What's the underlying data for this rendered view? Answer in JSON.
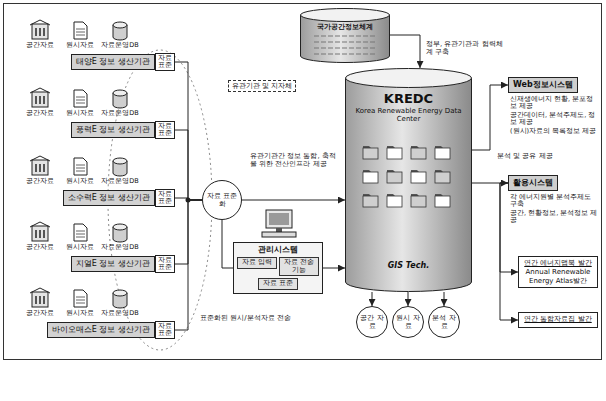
{
  "diagram": {
    "nodes": [
      {
        "text": [
          "태양E 정보 생산기관"
        ]
      },
      {
        "text": [
          "풍력E 정보 생산기관"
        ]
      },
      {
        "text": [
          "소수력E 정보 생산기관"
        ]
      },
      {
        "text": [
          "지열E 정보 생산기관"
        ]
      },
      {
        "text": [
          "바이오매스E 정보 생산기관"
        ]
      },
      {
        "text": [
          "자료 표준"
        ]
      },
      {
        "text": [
          "자료 표준"
        ]
      },
      {
        "text": [
          "자료 표준"
        ]
      },
      {
        "text": [
          "자료 표준"
        ]
      },
      {
        "text": [
          "자료 표준"
        ]
      },
      {
        "text": [
          "자료 표준화"
        ]
      },
      {
        "text": [
          "관리시스템"
        ]
      },
      {
        "text": [
          "자료 입력"
        ],
        "in": 11
      },
      {
        "text": [
          "자료 전송 기능"
        ],
        "in": 11
      },
      {
        "text": [
          "자료 표준"
        ],
        "in": 11
      },
      {
        "text": [
          "국가공간정보체계"
        ]
      },
      {
        "text": [
          "KREDC",
          "Korea Renewable Energy Data Center",
          "GIS Tech."
        ]
      },
      {
        "text": [
          "공간 자료"
        ]
      },
      {
        "text": [
          "원시 자료"
        ]
      },
      {
        "text": [
          "분석 자료"
        ]
      },
      {
        "text": [
          "Web정보시스템"
        ]
      },
      {
        "text": [
          "활용시스템"
        ]
      },
      {
        "text": [
          "연간 에너지맵북 발간",
          "Annual Renewable Energy Atlas발간"
        ]
      },
      {
        "text": [
          "연간 통합자료집 발간"
        ]
      }
    ],
    "edges": [
      {
        "from": 5,
        "to": 10,
        "arrow": "none"
      },
      {
        "from": 6,
        "to": 10,
        "arrow": "none"
      },
      {
        "from": 7,
        "to": 10,
        "arrow": "none"
      },
      {
        "from": 8,
        "to": 10,
        "arrow": "none"
      },
      {
        "from": 9,
        "to": 10,
        "arrow": "none"
      },
      {
        "from": 10,
        "to": 11,
        "arrow": "none"
      },
      {
        "from": 10,
        "to": 16,
        "arrow": "to"
      },
      {
        "from": 11,
        "to": 16,
        "arrow": "to"
      },
      {
        "from": 15,
        "to": 16,
        "arrow": "to"
      },
      {
        "from": 16,
        "to": 17,
        "arrow": "to"
      },
      {
        "from": 16,
        "to": 18,
        "arrow": "to"
      },
      {
        "from": 16,
        "to": 19,
        "arrow": "to"
      },
      {
        "from": 16,
        "to": 20,
        "arrow": "to"
      },
      {
        "from": 16,
        "to": 21,
        "arrow": "to"
      },
      {
        "from": 21,
        "to": 22,
        "arrow": "to"
      },
      {
        "from": 21,
        "to": 23,
        "arrow": "to"
      }
    ],
    "labels": [
      "공간자료",
      "원시자료",
      "자료운영DB",
      "공간자료",
      "원시자료",
      "자료운영DB",
      "공간자료",
      "원시자료",
      "자료운영DB",
      "공간자료",
      "원시자료",
      "자료운영DB",
      "공간자료",
      "원시자료",
      "자료운영DB",
      "유관기관 및 지자체",
      "유관기관간 정보 통합, 축적을 위한 전산인프라 제공",
      "표준화된 원시/분석자료 전송",
      "정부, 유관기관과 협력체계 구축",
      "신재생에너지 현황, 분포정보 제공",
      "공간데이터, 분석주제도, 정보 제공",
      "(원시)자료의 목록정보 제공",
      "분석 및 공유 제공",
      "각 에너지원별 분석주제도 구축",
      "공간, 현황정보, 분석정보 제공"
    ]
  }
}
